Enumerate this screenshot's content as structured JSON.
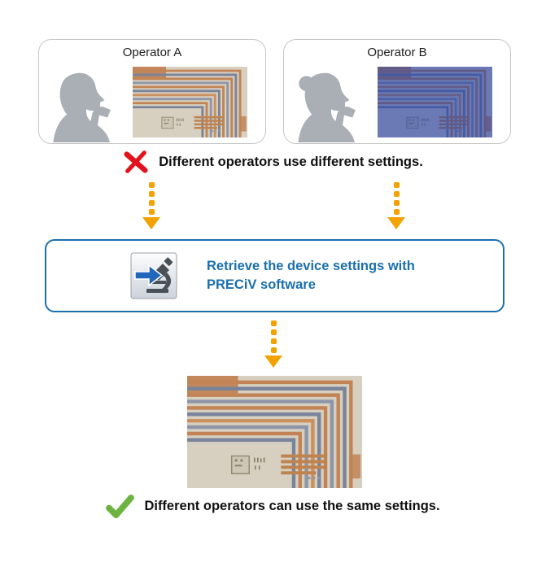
{
  "colors": {
    "accent_blue": "#1a6fad",
    "arrow_orange": "#f2a202",
    "cross_red": "#e2131c",
    "check_green": "#6db33f"
  },
  "cards": {
    "operator_a": {
      "label": "Operator A"
    },
    "operator_b": {
      "label": "Operator B"
    }
  },
  "warning": {
    "text": "Different operators use different settings."
  },
  "software_box": {
    "line1": "Retrieve the device settings with",
    "line2": "PRECiV software"
  },
  "success": {
    "text": "Different operators can use the same settings."
  }
}
